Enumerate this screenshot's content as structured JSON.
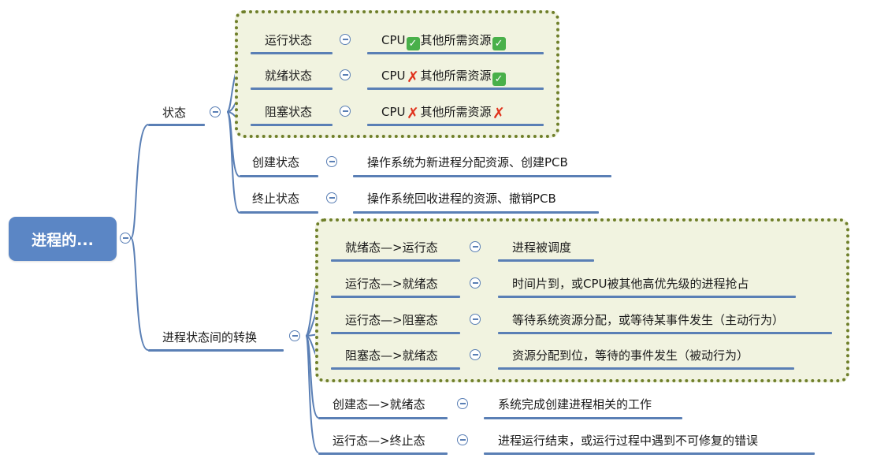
{
  "root": {
    "label": "进程的..."
  },
  "branches": {
    "states": {
      "label": "状态",
      "items": [
        {
          "name": "运行状态",
          "desc_cpu": "CPU",
          "cpu_mark": "✓",
          "desc_other": "其他所需资源",
          "other_mark": "✓"
        },
        {
          "name": "就绪状态",
          "desc_cpu": "CPU",
          "cpu_mark": "✗",
          "desc_other": "其他所需资源",
          "other_mark": "✓"
        },
        {
          "name": "阻塞状态",
          "desc_cpu": "CPU",
          "cpu_mark": "✗",
          "desc_other": "其他所需资源",
          "other_mark": "✗"
        },
        {
          "name": "创建状态",
          "desc": "操作系统为新进程分配资源、创建PCB"
        },
        {
          "name": "终止状态",
          "desc": "操作系统回收进程的资源、撤销PCB"
        }
      ]
    },
    "transitions": {
      "label": "进程状态间的转换",
      "items": [
        {
          "name": "就绪态—>运行态",
          "desc": "进程被调度"
        },
        {
          "name": "运行态—>就绪态",
          "desc": "时间片到，或CPU被其他高优先级的进程抢占"
        },
        {
          "name": "运行态—>阻塞态",
          "desc": "等待系统资源分配，或等待某事件发生（主动行为）"
        },
        {
          "name": "阻塞态—>就绪态",
          "desc": "资源分配到位，等待的事件发生（被动行为）"
        },
        {
          "name": "创建态—>就绪态",
          "desc": "系统完成创建进程相关的工作"
        },
        {
          "name": "运行态—>终止态",
          "desc": "进程运行结束，或运行过程中遇到不可修复的错误"
        }
      ]
    }
  },
  "colors": {
    "root_fill": "#5b86c5",
    "connector": "#5a7fb5",
    "highlight_border": "#6f7f2a",
    "highlight_fill": "#f1f3e0",
    "check": "#49b04a",
    "cross": "#e0321c"
  }
}
